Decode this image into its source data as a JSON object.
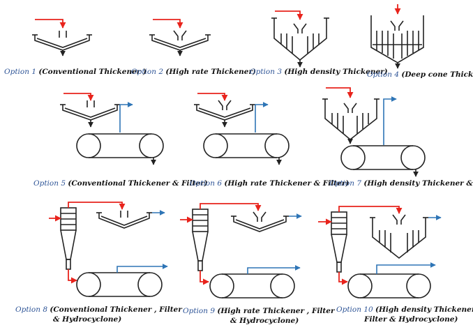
{
  "options": [
    {
      "label": "Option 1",
      "desc": "(Conventional Thickener )"
    },
    {
      "label": "Option 2",
      "desc": "(High rate Thickener)"
    },
    {
      "label": "Option 3",
      "desc": "(High density Thickener)"
    },
    {
      "label": "Option 4",
      "desc": "(Deep cone Thickener)"
    },
    {
      "label": "Option 5",
      "desc": "(Conventional Thickener & Filter)"
    },
    {
      "label": "Option 6",
      "desc": "(High rate Thickener & Filter)"
    },
    {
      "label": "Option 7",
      "desc": "(High density Thickener & Filter)"
    },
    {
      "label": "Option 8",
      "desc": "(Conventional Thickener , Filter",
      "desc2": "& Hydrocyclone)"
    },
    {
      "label": "Option 9",
      "desc": "(High rate Thickener , Filter",
      "desc2": "& Hydrocyclone)"
    },
    {
      "label": "Option 10",
      "desc": "(High density Thickener ,",
      "desc2": "Filter & Hydrocyclone)"
    }
  ],
  "colors": {
    "feed": "#e8231c",
    "overflow": "#2e75b6",
    "equipment": "#222222",
    "label_number": "#2f5597",
    "label_text": "#111111"
  }
}
